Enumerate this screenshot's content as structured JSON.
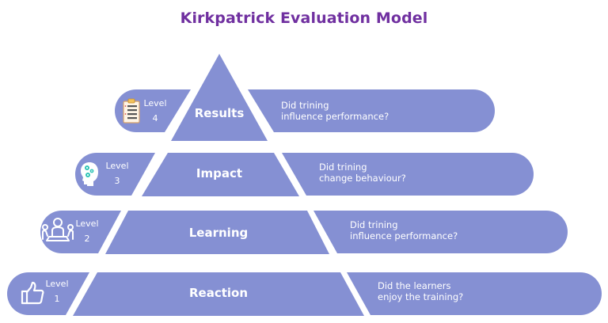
{
  "title": "Kirkpatrick Evaluation Model",
  "colors": {
    "title": "#7030a0",
    "shape_fill": "#8590d3",
    "text": "#ffffff",
    "icon_accent": "#2ec4b6",
    "clipboard_accent": "#f4a460"
  },
  "levels": [
    {
      "level_label": "Level",
      "level_number": "4",
      "name": "Results",
      "icon": "clipboard-checklist-icon",
      "question_line1": "Did trining",
      "question_line2": "influence performance?"
    },
    {
      "level_label": "Level",
      "level_number": "3",
      "name": "Impact",
      "icon": "head-gears-icon",
      "question_line1": "Did trining",
      "question_line2": "change behaviour?"
    },
    {
      "level_label": "Level",
      "level_number": "2",
      "name": "Learning",
      "icon": "meeting-group-icon",
      "question_line1": "Did trining",
      "question_line2": "influence performance?"
    },
    {
      "level_label": "Level",
      "level_number": "1",
      "name": "Reaction",
      "icon": "thumbs-up-icon",
      "question_line1": "Did the learners",
      "question_line2": "enjoy the training?"
    }
  ]
}
